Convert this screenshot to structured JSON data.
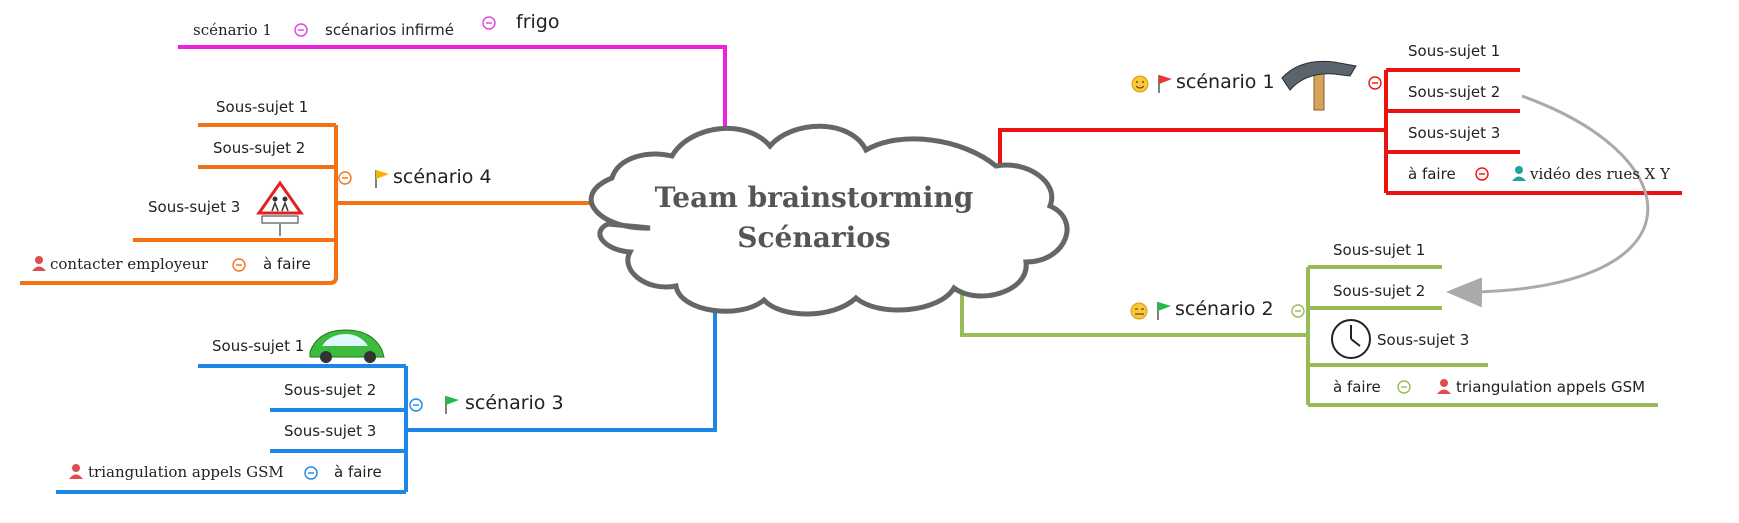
{
  "central": {
    "line1": "Team brainstorming",
    "line2": "Scénarios"
  },
  "branches": {
    "pink": {
      "color": "#ee22dd",
      "items": [
        "scénario 1",
        "scénarios infirmé",
        "frigo"
      ]
    },
    "orange": {
      "color": "#f47216",
      "title": "scénario 4",
      "subs": [
        "Sous-sujet 1",
        "Sous-sujet 2",
        "Sous-sujet 3"
      ],
      "task": {
        "person": "contacter employeur",
        "label": "à faire"
      }
    },
    "blue": {
      "color": "#1e86e6",
      "title": "scénario 3",
      "subs": [
        "Sous-sujet 1",
        "Sous-sujet 2",
        "Sous-sujet 3"
      ],
      "task": {
        "person": "triangulation appels GSM",
        "label": "à faire"
      }
    },
    "red": {
      "color": "#ee1111",
      "title": "scénario 1",
      "subs": [
        "Sous-sujet 1",
        "Sous-sujet 2",
        "Sous-sujet 3"
      ],
      "task": {
        "label": "à faire",
        "person": "vidéo des rues X Y"
      }
    },
    "green": {
      "color": "#99bb55",
      "title": "scénario 2",
      "subs": [
        "Sous-sujet 1",
        "Sous-sujet 2",
        "Sous-sujet 3"
      ],
      "task": {
        "label": "à faire",
        "person": "triangulation appels GSM"
      }
    }
  },
  "icons": {
    "collapse": "⊝",
    "flag": "flag-icon",
    "smile": "smile-icon",
    "neutral": "neutral-face-icon",
    "person": "person-icon",
    "hammer": "hammer-icon",
    "school_sign": "school-sign-icon",
    "car": "car-icon",
    "clock": "clock-icon"
  }
}
